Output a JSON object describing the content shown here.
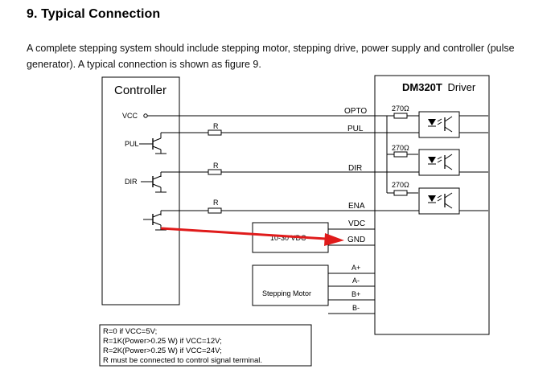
{
  "heading": "9. Typical Connection",
  "paragraph": "A complete stepping system should include stepping motor, stepping drive, power supply and controller (pulse generator). A typical connection is shown as figure 9.",
  "diagram": {
    "controller_title": "Controller",
    "driver_brand": "DM320T",
    "driver_word": "Driver",
    "vcc": "VCC",
    "pul_in": "PUL",
    "dir_in": "DIR",
    "r": "R",
    "opto": "OPTO",
    "pul_out": "PUL",
    "dir_out": "DIR",
    "ena": "ENA",
    "r270": "270Ω",
    "vdc": "VDC",
    "gnd": "GND",
    "psu": "10-30 VDC",
    "motor": "Stepping Motor",
    "a_plus": "A+",
    "a_minus": "A-",
    "b_plus": "B+",
    "b_minus": "B-",
    "note": [
      "R=0 if VCC=5V;",
      "R=1K(Power>0.25  W) if VCC=12V;",
      "R=2K(Power>0.25  W) if VCC=24V;",
      "R must be connected to control signal terminal."
    ]
  },
  "colors": {
    "arrow": "#e01b1b",
    "line": "#000000"
  }
}
